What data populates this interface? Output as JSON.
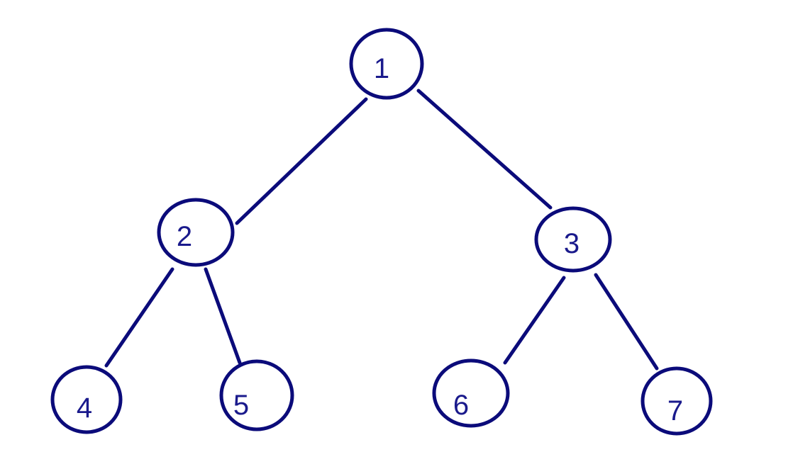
{
  "diagram": {
    "type": "binary-tree",
    "colors": {
      "stroke": "#0b0b7a",
      "label": "#1a1a8c",
      "background": "#ffffff"
    },
    "nodes": [
      {
        "id": "n1",
        "label": "1"
      },
      {
        "id": "n2",
        "label": "2"
      },
      {
        "id": "n3",
        "label": "3"
      },
      {
        "id": "n4",
        "label": "4"
      },
      {
        "id": "n5",
        "label": "5"
      },
      {
        "id": "n6",
        "label": "6"
      },
      {
        "id": "n7",
        "label": "7"
      }
    ],
    "edges": [
      {
        "from": "n1",
        "to": "n2"
      },
      {
        "from": "n1",
        "to": "n3"
      },
      {
        "from": "n2",
        "to": "n4"
      },
      {
        "from": "n2",
        "to": "n5"
      },
      {
        "from": "n3",
        "to": "n6"
      },
      {
        "from": "n3",
        "to": "n7"
      }
    ]
  }
}
